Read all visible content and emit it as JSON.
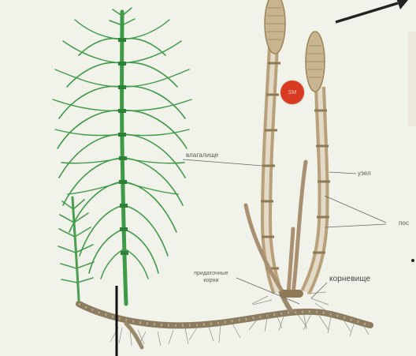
{
  "colors": {
    "background": "#f1f2ea",
    "green_shoot": "#3f9a48",
    "spore_shoot": "#b79d73",
    "badge": "#d93a22",
    "rhizome": "#9a8a6c"
  },
  "badge": {
    "text": "SM"
  },
  "labels": {
    "sheath": "влагалище",
    "node": "узел",
    "internodes": "пос",
    "roots_line1": "придаточные",
    "roots_line2": "корни",
    "rhizome": "корневище"
  }
}
